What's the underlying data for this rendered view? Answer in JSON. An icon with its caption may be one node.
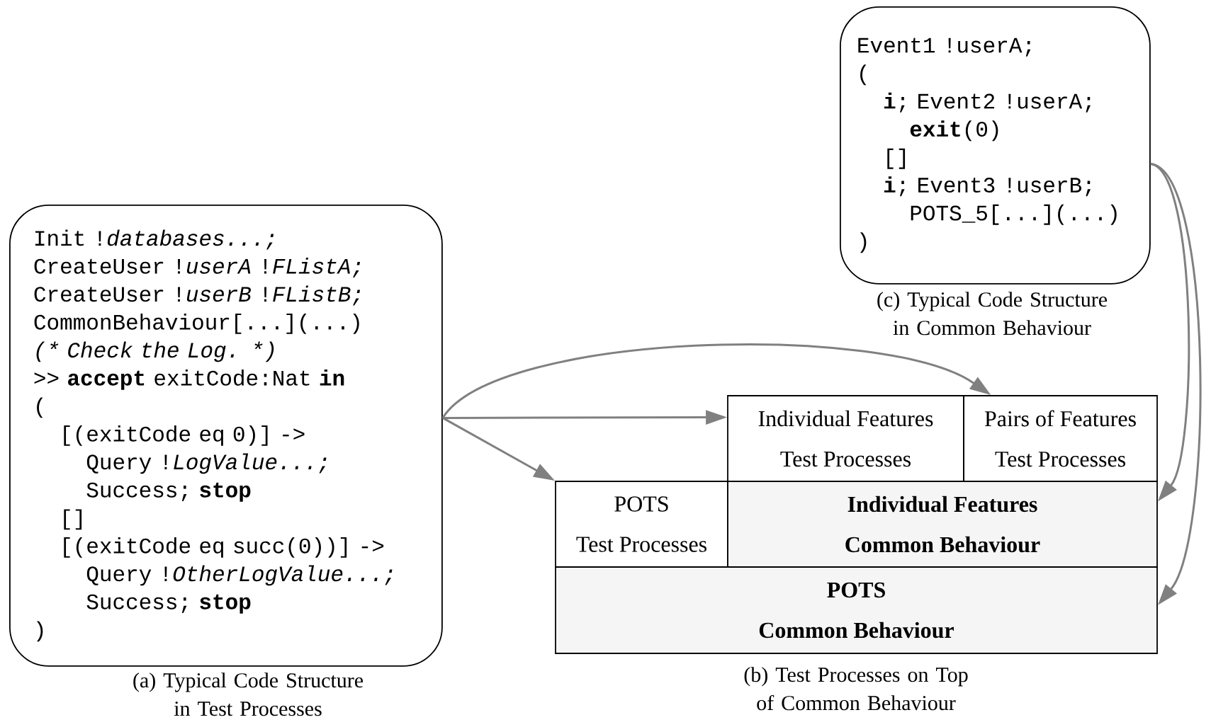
{
  "diagram": {
    "nodes": [
      {
        "text": [
          "Init !*databases...;*",
          "CreateUser !*userA* !*FListA;*",
          "CreateUser !*userB* !*FListB;*",
          "CommonBehaviour[...](...)",
          "(* Check the Log. *)",
          ">> **accept** exitCode:Nat **in**",
          "(",
          "[(exitCode eq 0)] ->",
          "Query !*LogValue...;*",
          "Success; **stop**",
          "[]",
          "[(exitCode eq succ(0))] ->",
          "Query !*OtherLogValue...;*",
          "Success; **stop**",
          ")"
        ],
        "beside": [
          "(a) Typical Code Structure in Test Processes"
        ]
      },
      {
        "text": [
          "Event1 !userA;",
          "(",
          "**i**; Event2 !userA;",
          "**exit**(0)",
          "[]",
          "**i**; Event3 !userB;",
          "POTS_5[...](...)",
          ")"
        ],
        "beside": [
          "(c) Typical Code Structure in Common Behaviour"
        ]
      },
      {
        "text": [
          "Individual Features Test Processes"
        ]
      },
      {
        "text": [
          "Pairs of Features Test Processes"
        ]
      },
      {
        "text": [
          "POTS Test Processes"
        ]
      },
      {
        "text": [
          "Individual Features Common Behaviour"
        ]
      },
      {
        "text": [
          "POTS Common Behaviour"
        ],
        "beside": [
          "(b) Test Processes on Top of Common Behaviour"
        ]
      }
    ],
    "edges": [
      {
        "from": 0,
        "to": 3,
        "arrow": "to"
      },
      {
        "from": 0,
        "to": 2,
        "arrow": "to"
      },
      {
        "from": 0,
        "to": 4,
        "arrow": "to"
      },
      {
        "from": 1,
        "to": 5,
        "arrow": "to"
      },
      {
        "from": 1,
        "to": 6,
        "arrow": "to"
      }
    ]
  }
}
